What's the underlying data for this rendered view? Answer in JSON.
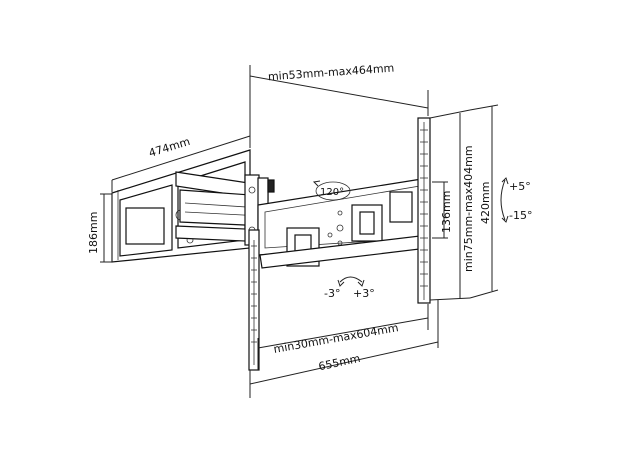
{
  "dimensions": {
    "wall_plate_width": "474mm",
    "wall_plate_height": "186mm",
    "extension": "min53mm-max464mm",
    "swivel_angle": "120°",
    "vesa_vertical": "136mm",
    "tv_plate_vertical_range": "min75mm-max404mm",
    "tv_plate_height": "420mm",
    "tilt_up": "+5°",
    "tilt_down": "-15°",
    "rotation_minus": "-3°",
    "rotation_plus": "+3°",
    "vesa_horizontal_range": "min30mm-max604mm",
    "tv_plate_width": "655mm"
  },
  "colors": {
    "line": "#222222",
    "background": "#ffffff"
  }
}
